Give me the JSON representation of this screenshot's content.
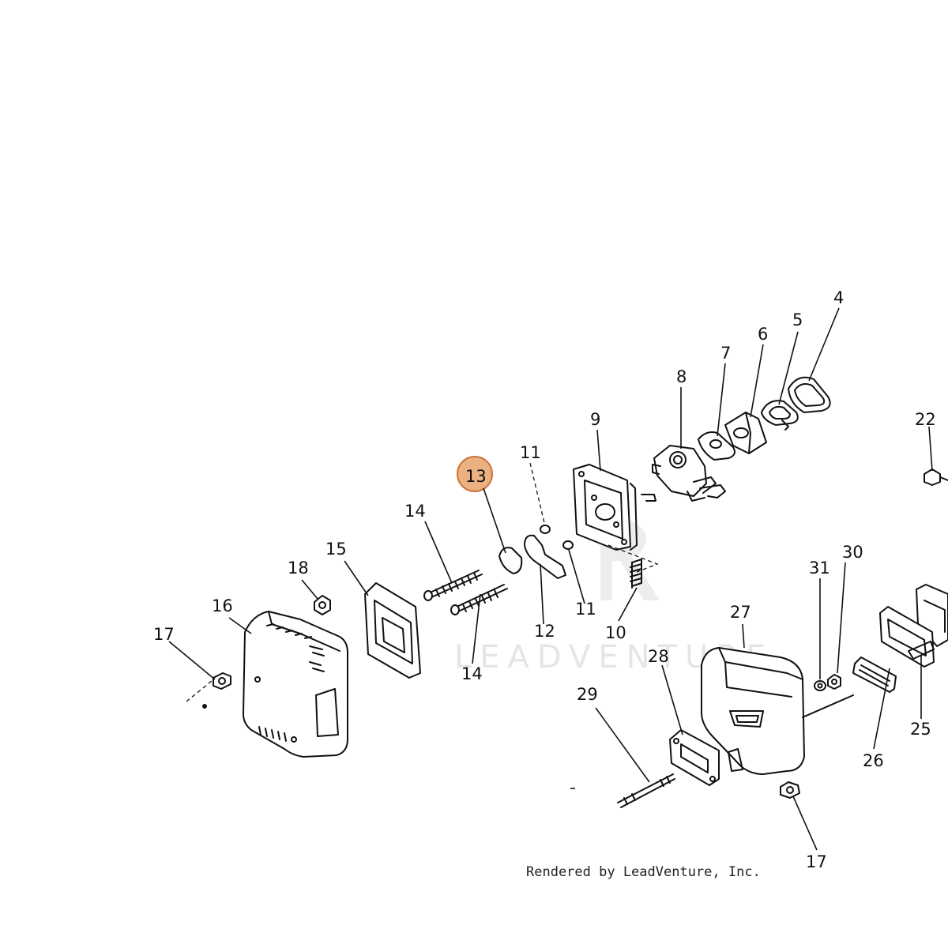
{
  "labels": {
    "p4": "4",
    "p5": "5",
    "p6": "6",
    "p7": "7",
    "p8": "8",
    "p9": "9",
    "p10": "10",
    "p11a": "11",
    "p11b": "11",
    "p12": "12",
    "p13": "13",
    "p14a": "14",
    "p14b": "14",
    "p15": "15",
    "p16": "16",
    "p17a": "17",
    "p17b": "17",
    "p18": "18",
    "p22": "22",
    "p25": "25",
    "p26": "26",
    "p27": "27",
    "p28": "28",
    "p29": "29",
    "p30": "30",
    "p31": "31"
  },
  "highlight": {
    "part": "13",
    "color": "#e8a36b",
    "stroke": "#c9733a"
  },
  "watermark": "LEADVENTURE",
  "credit": "Rendered by LeadVenture, Inc."
}
